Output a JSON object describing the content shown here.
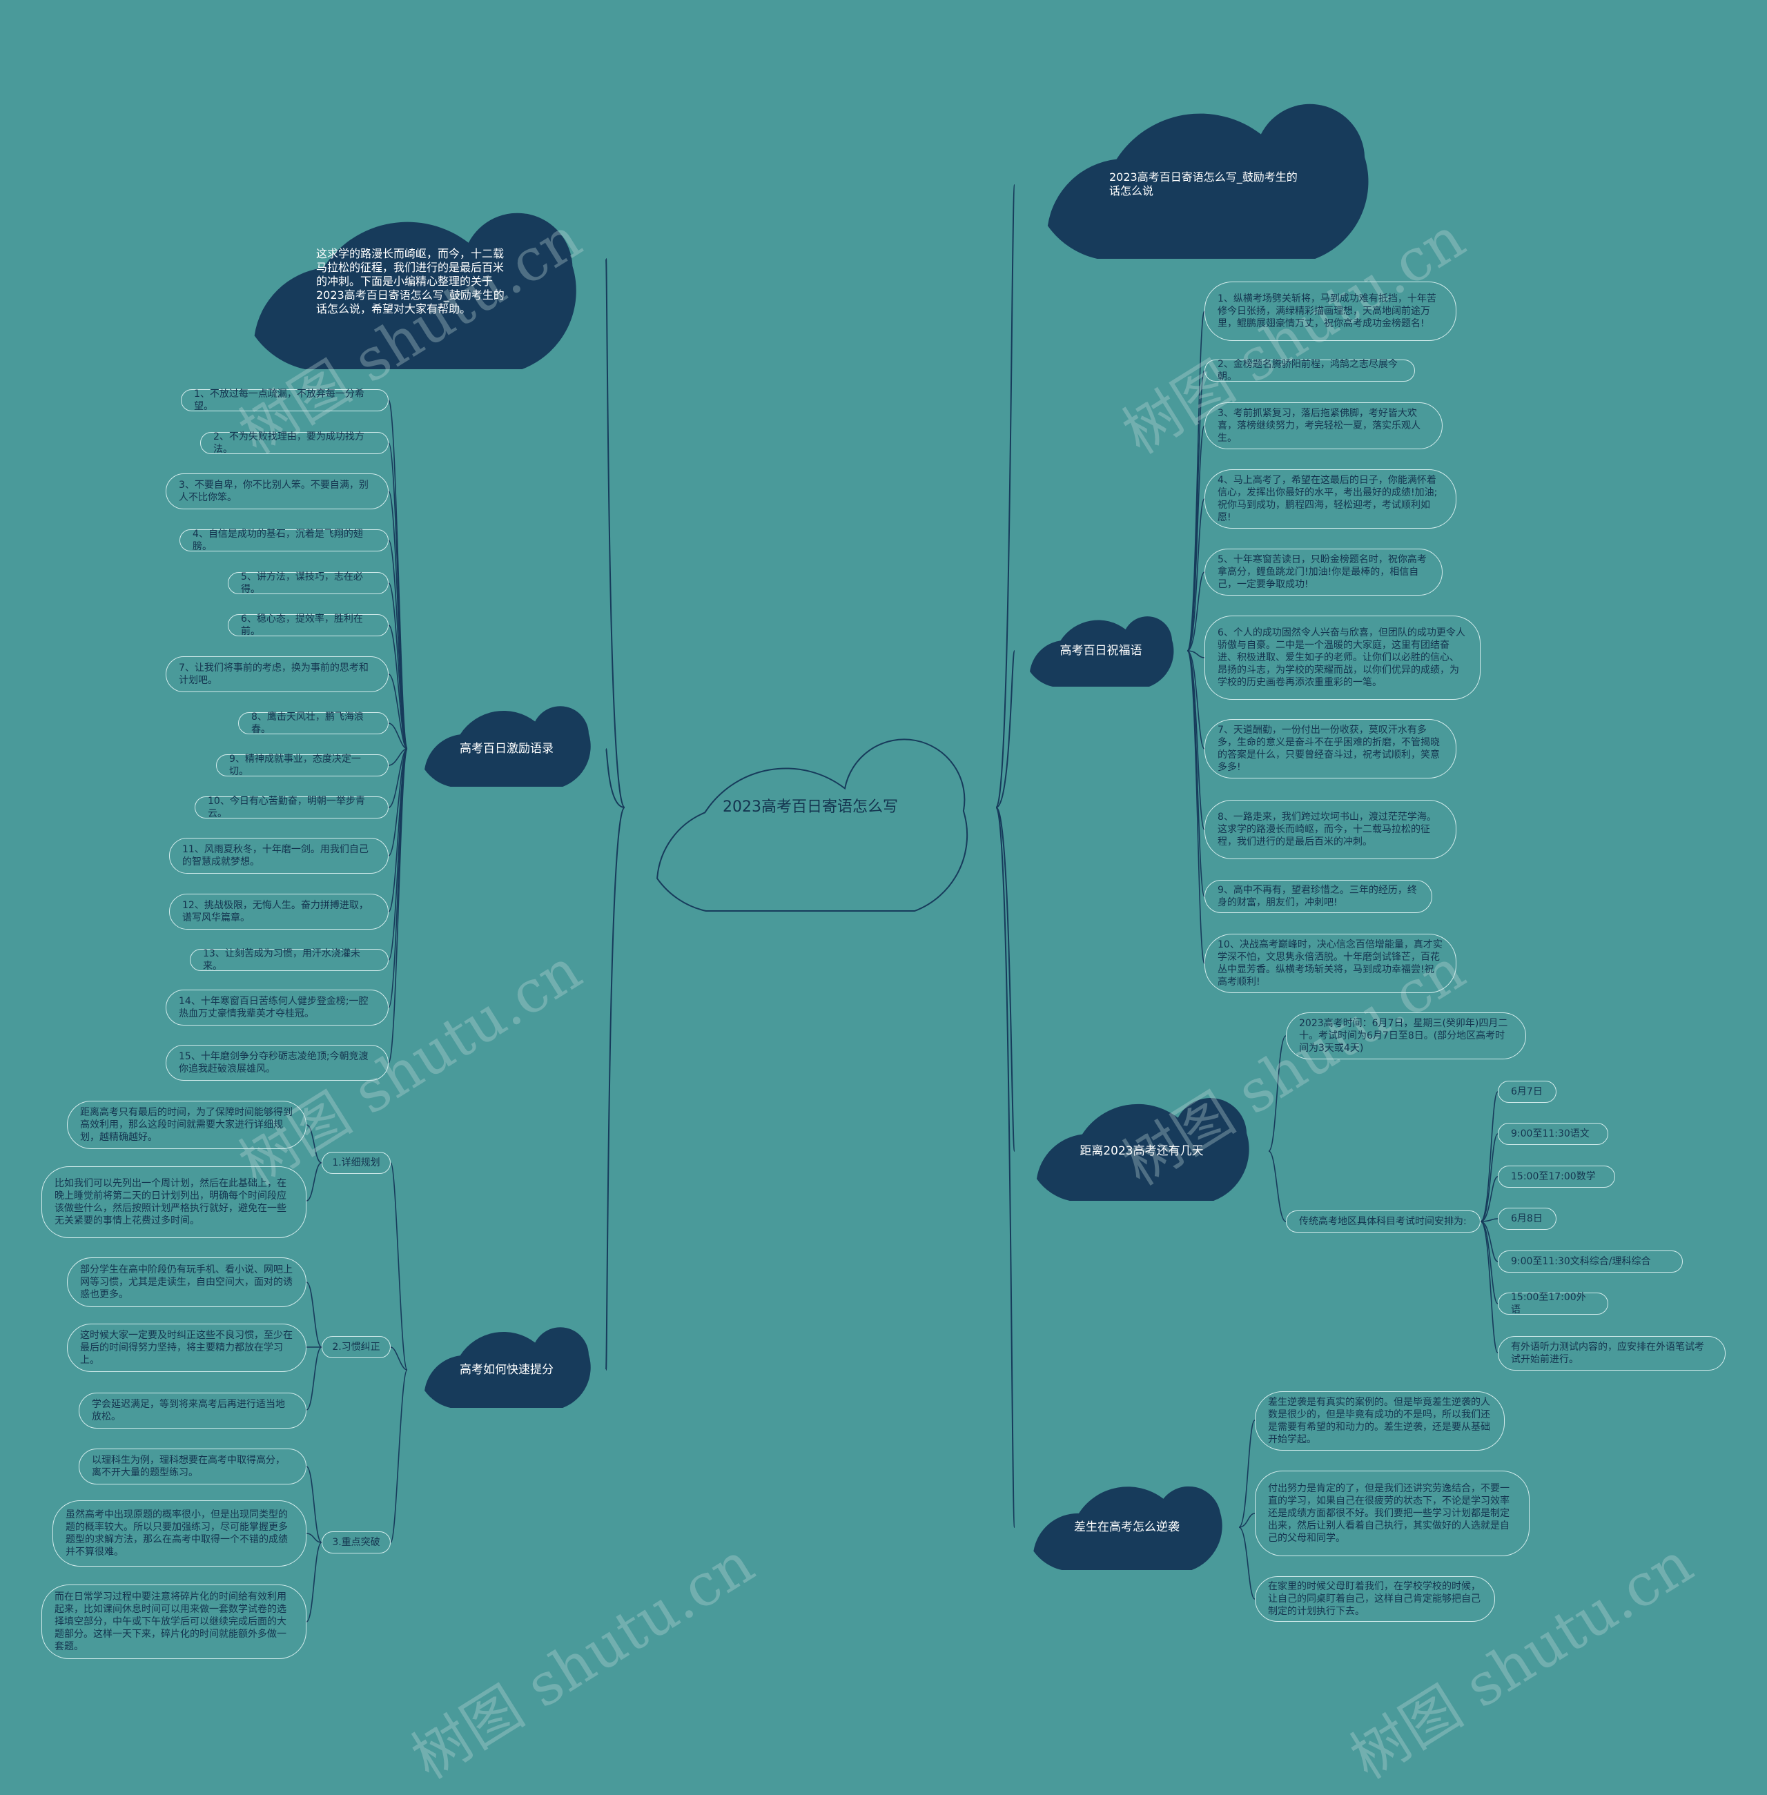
{
  "root": "2023高考百日寄语怎么写",
  "intro_left": "这求学的路漫长而崎岖，而今，十二载马拉松的征程，我们进行的是最后百米的冲刺。下面是小编精心整理的关于2023高考百日寄语怎么写_鼓励考生的话怎么说，希望对大家有帮助。",
  "intro_right": "2023高考百日寄语怎么写_鼓励考生的话怎么说",
  "branches": {
    "motivate": "高考百日激励语录",
    "blessing": "高考百日祝福语",
    "countdown": "距离2023高考还有几天",
    "improve": "高考如何快速提分",
    "comeback": "差生在高考怎么逆袭"
  },
  "motivate_items": [
    "1、不放过每一点疏漏，不放弃每一分希望。",
    "2、不为失败找理由，要为成功找方法。",
    "3、不要自卑，你不比别人笨。不要自满，别人不比你笨。",
    "4、自信是成功的基石，沉着是飞翔的翅膀。",
    "5、讲方法，谋技巧，志在必得。",
    "6、稳心态，提效率，胜利在前。",
    "7、让我们将事前的考虑，换为事前的思考和计划吧。",
    "8、鹰击天风壮，鹏飞海浪春。",
    "9、精神成就事业，态度决定一切。",
    "10、今日有心苦勤奋，明朝一举步青云。",
    "11、风雨夏秋冬，十年磨一剑。用我们自己的智慧成就梦想。",
    "12、挑战极限，无悔人生。奋力拼搏进取，谱写风华篇章。",
    "13、让刻苦成为习惯，用汗水浇灌未来。",
    "14、十年寒窗百日苦练何人健步登金榜;一腔热血万丈豪情我辈英才夺桂冠。",
    "15、十年磨剑争分夺秒砺志凌绝顶;今朝竞渡你追我赶破浪展雄风。"
  ],
  "blessing_items": [
    "1、纵横考场劈关斩将，马到成功难有抵挡，十年苦修今日张扬，满绿精彩描画理想，天高地阔前途万里，鲲鹏展翅豪情万丈，祝你高考成功金榜题名!",
    "2、金榜题名腾骄阳前程，鸿鹄之志尽展今朝。",
    "3、考前抓紧复习，落后拖紧佛脚，考好皆大欢喜，落榜继续努力，考完轻松一夏，落实乐观人生。",
    "4、马上高考了，希望在这最后的日子，你能满怀着信心，发挥出你最好的水平，考出最好的成绩!加油;祝你马到成功，鹏程四海，轻松迎考，考试顺利如愿!",
    "5、十年寒窗苦读日，只盼金榜题名时，祝你高考拿高分，鲤鱼跳龙门!加油!你是最棒的，相信自己，一定要争取成功!",
    "6、个人的成功固然令人兴奋与欣喜，但团队的成功更令人骄傲与自豪。二中是一个温暖的大家庭，这里有团结奋进、积极进取、爱生如子的老师。让你们以必胜的信心、昂扬的斗志，为学校的荣耀而战，以你们优异的成绩，为学校的历史画卷再添浓重重彩的一笔。",
    "7、天道酬勤，一份付出一份收获，莫叹汗水有多多，生命的意义是奋斗不在乎困难的折磨，不管揭晓的答案是什么，只要曾经奋斗过，祝考试顺利，笑意多多!",
    "8、一路走来，我们跨过坎坷书山，渡过茫茫学海。这求学的路漫长而崎岖，而今，十二载马拉松的征程，我们进行的是最后百米的冲刺。",
    "9、高中不再有，望君珍惜之。三年的经历，终身的财富，朋友们，冲刺吧!",
    "10、决战高考巅峰时，决心信念百倍增能量，真才实学深不怕，文思隽永倍洒脱。十年磨剑试锋芒，百花丛中显芳香。纵横考场斩关将，马到成功幸福尝!祝高考顺利!"
  ],
  "countdown_items": {
    "date_note": "2023高考时间：6月7日，星期三(癸卯年)四月二十。考试时间为6月7日至8日。(部分地区高考时间为3天或4天)",
    "schedule_label": "传统高考地区具体科目考试时间安排为:",
    "schedule": [
      "6月7日",
      "9:00至11:30语文",
      "15:00至17:00数学",
      "6月8日",
      "9:00至11:30文科综合/理科综合",
      "15:00至17:00外语",
      "有外语听力测试内容的，应安排在外语笔试考试开始前进行。"
    ]
  },
  "improve_items": {
    "plan": {
      "label": "1.详细规划",
      "details": [
        "距离高考只有最后的时间，为了保障时间能够得到高效利用，那么这段时间就需要大家进行详细规划，越精确越好。",
        "比如我们可以先列出一个周计划，然后在此基础上，在晚上睡觉前将第二天的日计划列出，明确每个时间段应该做些什么，然后按照计划严格执行就好，避免在一些无关紧要的事情上花费过多时间。"
      ]
    },
    "habit": {
      "label": "2.习惯纠正",
      "details": [
        "部分学生在高中阶段仍有玩手机、看小说、网吧上网等习惯，尤其是走读生，自由空间大，面对的诱惑也更多。",
        "这时候大家一定要及时纠正这些不良习惯，至少在最后的时间得努力坚持，将主要精力都放在学习上。",
        "学会延迟满足，等到将来高考后再进行适当地放松。"
      ]
    },
    "focus": {
      "label": "3.重点突破",
      "details": [
        "以理科生为例，理科想要在高考中取得高分，离不开大量的题型练习。",
        "虽然高考中出现原题的概率很小，但是出现同类型的题的概率较大。所以只要加强练习，尽可能掌握更多题型的求解方法，那么在高考中取得一个不错的成绩并不算很难。",
        "而在日常学习过程中要注意将碎片化的时间给有效利用起来，比如课间休息时间可以用来做一套数学试卷的选择填空部分，中午或下午放学后可以继续完成后面的大题部分。这样一天下来，碎片化的时间就能额外多做一套题。"
      ]
    }
  },
  "comeback_items": [
    "差生逆袭是有真实的案例的。但是毕竟差生逆袭的人数是很少的，但是毕竟有成功的不是吗，所以我们还是需要有希望的和动力的。差生逆袭，还是要从基础开始学起。",
    "付出努力是肯定的了，但是我们还讲究劳逸结合，不要一直的学习，如果自己在很疲劳的状态下，不论是学习效率还是成绩方面都很不好。我们要把一些学习计划都是制定出来，然后让别人看着自己执行，其实做好的人选就是自己的父母和同学。",
    "在家里的时候父母盯着我们，在学校学校的时候，让自己的同桌盯着自己，这样自己肯定能够把自己制定的计划执行下去。"
  ],
  "watermark": "树图 shutu.cn",
  "colors": {
    "background": "#4a9a9a",
    "cloud_dark": "#173b5b",
    "line": "#173b5b",
    "bubble_border": "#d3ecec",
    "text_dark": "#14344f"
  }
}
